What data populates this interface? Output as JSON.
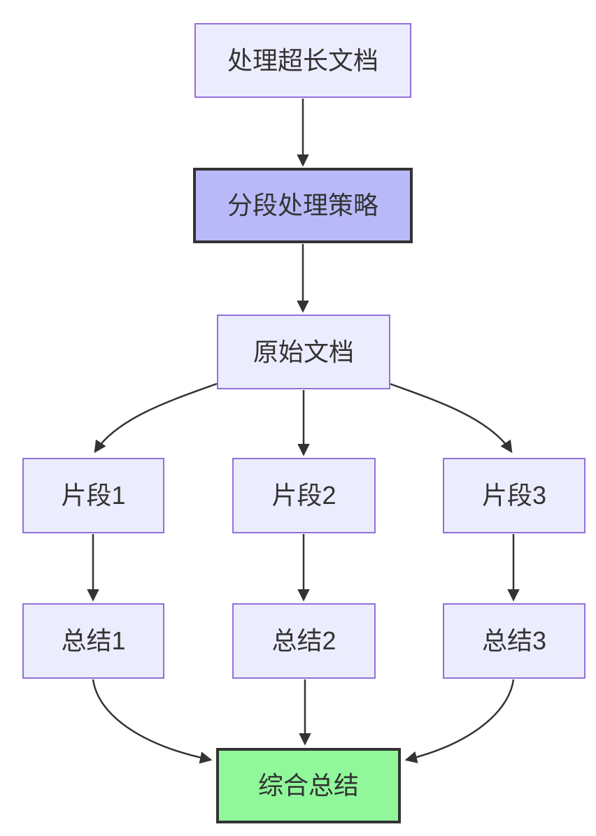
{
  "diagram": {
    "type": "flowchart",
    "direction": "top-down",
    "nodes": {
      "task": {
        "label": "处理超长文档",
        "style": "default"
      },
      "strategy": {
        "label": "分段处理策略",
        "style": "emphasis"
      },
      "doc": {
        "label": "原始文档",
        "style": "default"
      },
      "frag1": {
        "label": "片段1",
        "style": "default"
      },
      "frag2": {
        "label": "片段2",
        "style": "default"
      },
      "frag3": {
        "label": "片段3",
        "style": "default"
      },
      "sum1": {
        "label": "总结1",
        "style": "default"
      },
      "sum2": {
        "label": "总结2",
        "style": "default"
      },
      "sum3": {
        "label": "总结3",
        "style": "default"
      },
      "final": {
        "label": "综合总结",
        "style": "final"
      }
    },
    "edges": [
      {
        "from": "task",
        "to": "strategy"
      },
      {
        "from": "strategy",
        "to": "doc"
      },
      {
        "from": "doc",
        "to": "frag1"
      },
      {
        "from": "doc",
        "to": "frag2"
      },
      {
        "from": "doc",
        "to": "frag3"
      },
      {
        "from": "frag1",
        "to": "sum1"
      },
      {
        "from": "frag2",
        "to": "sum2"
      },
      {
        "from": "frag3",
        "to": "sum3"
      },
      {
        "from": "sum1",
        "to": "final"
      },
      {
        "from": "sum2",
        "to": "final"
      },
      {
        "from": "sum3",
        "to": "final"
      }
    ]
  },
  "colors": {
    "background": "#ffffff",
    "node-fill": "#ECECFF",
    "node-border": "#9370DB",
    "emph-fill": "#B9B9FA",
    "emph-border": "#333333",
    "final-fill": "#90F79A",
    "final-border": "#333333",
    "edge": "#333333",
    "text": "#333333"
  }
}
